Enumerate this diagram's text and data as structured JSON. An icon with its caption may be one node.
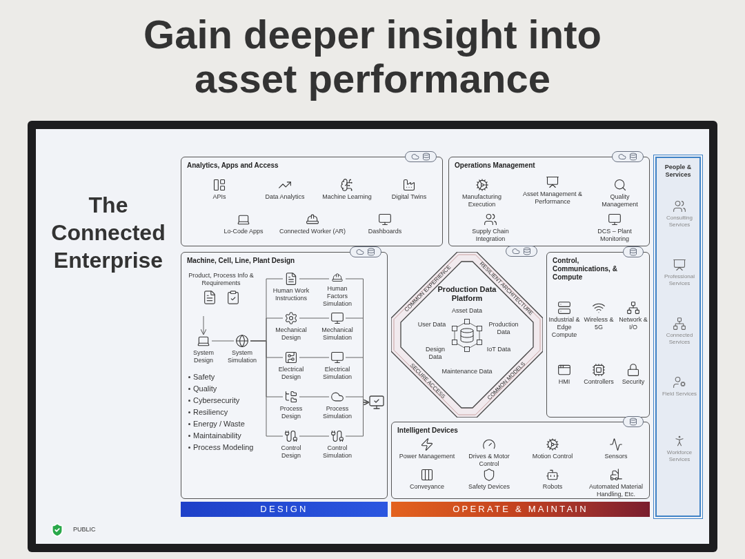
{
  "diagram": {
    "title": "Gain deeper insight into asset performance",
    "nodes": [
      {
        "text": [
          "Analytics, Apps and Access"
        ]
      },
      {
        "text": [
          "APIs"
        ],
        "in": 0
      },
      {
        "text": [
          "Data Analytics"
        ],
        "in": 0
      },
      {
        "text": [
          "Machine Learning"
        ],
        "in": 0
      },
      {
        "text": [
          "Digital Twins"
        ],
        "in": 0
      },
      {
        "text": [
          "Lo-Code Apps"
        ],
        "in": 0
      },
      {
        "text": [
          "Connected Worker (AR)"
        ],
        "in": 0
      },
      {
        "text": [
          "Dashboards"
        ],
        "in": 0
      },
      {
        "text": [
          "Operations Management"
        ]
      },
      {
        "text": [
          "Manufacturing Execution"
        ],
        "in": 8
      },
      {
        "text": [
          "Asset Management & Performance"
        ],
        "in": 8
      },
      {
        "text": [
          "Quality Management"
        ],
        "in": 8
      },
      {
        "text": [
          "Supply Chain Integration"
        ],
        "in": 8
      },
      {
        "text": [
          "DCS – Plant Monitoring"
        ],
        "in": 8
      },
      {
        "text": [
          "People & Services"
        ]
      },
      {
        "text": [
          "Consulting Services"
        ],
        "in": 14
      },
      {
        "text": [
          "Professional Services"
        ],
        "in": 14
      },
      {
        "text": [
          "Connected Services"
        ],
        "in": 14
      },
      {
        "text": [
          "Field Services"
        ],
        "in": 14
      },
      {
        "text": [
          "Workforce Services"
        ],
        "in": 14
      },
      {
        "text": [
          "Machine, Cell, Line, Plant Design"
        ]
      },
      {
        "text": [
          "Product, Process Info & Requirements"
        ],
        "in": 20
      },
      {
        "text": [
          "System Design"
        ],
        "in": 20
      },
      {
        "text": [
          "System Simulation"
        ],
        "in": 20
      },
      {
        "text": [
          "Human Work Instructions"
        ],
        "in": 20
      },
      {
        "text": [
          "Human Factors Simulation"
        ],
        "in": 20
      },
      {
        "text": [
          "Mechanical Design"
        ],
        "in": 20
      },
      {
        "text": [
          "Mechanical Simulation"
        ],
        "in": 20
      },
      {
        "text": [
          "Electrical Design"
        ],
        "in": 20
      },
      {
        "text": [
          "Electrical Simulation"
        ],
        "in": 20
      },
      {
        "text": [
          "Process Design"
        ],
        "in": 20
      },
      {
        "text": [
          "Process Simulation"
        ],
        "in": 20
      },
      {
        "text": [
          "Control Design"
        ],
        "in": 20
      },
      {
        "text": [
          "Control Simulation"
        ],
        "in": 20
      },
      {
        "text": [],
        "shape": "picture",
        "in": 20
      },
      {
        "text": [
          "Production Data Platform",
          "COMMON EXPERIENCE",
          "RESILIENT ARCHITECTURE",
          "SECURE ACCESS",
          "COMMON MODELS"
        ]
      },
      {
        "text": [
          "Asset Data"
        ],
        "in": 35
      },
      {
        "text": [
          "User Data"
        ],
        "in": 35
      },
      {
        "text": [
          "Production Data"
        ],
        "in": 35
      },
      {
        "text": [
          "Design Data"
        ],
        "in": 35
      },
      {
        "text": [
          "IoT Data"
        ],
        "in": 35
      },
      {
        "text": [
          "Maintenance Data"
        ],
        "in": 35
      },
      {
        "text": [
          "Control, Communications, & Compute"
        ]
      },
      {
        "text": [
          "Industrial & Edge Compute"
        ],
        "in": 42
      },
      {
        "text": [
          "Wireless & 5G"
        ],
        "in": 42
      },
      {
        "text": [
          "Network & I/O"
        ],
        "in": 42
      },
      {
        "text": [
          "HMI"
        ],
        "in": 42
      },
      {
        "text": [
          "Controllers"
        ],
        "in": 42
      },
      {
        "text": [
          "Security"
        ],
        "in": 42
      },
      {
        "text": [
          "Intelligent Devices"
        ]
      },
      {
        "text": [
          "Power Management"
        ],
        "in": 49
      },
      {
        "text": [
          "Drives & Motor Control"
        ],
        "in": 49
      },
      {
        "text": [
          "Motion Control"
        ],
        "in": 49
      },
      {
        "text": [
          "Sensors"
        ],
        "in": 49
      },
      {
        "text": [
          "Conveyance"
        ],
        "in": 49
      },
      {
        "text": [
          "Safety Devices"
        ],
        "in": 49
      },
      {
        "text": [
          "Robots"
        ],
        "in": 49
      },
      {
        "text": [
          "Automated Material Handling, Etc."
        ],
        "in": 49
      },
      {
        "text": [
          "DESIGN"
        ]
      },
      {
        "text": [
          "OPERATE & MAINTAIN"
        ]
      }
    ],
    "edges": [
      {
        "from": 21,
        "to": 22,
        "arrow": "to"
      },
      {
        "from": 22,
        "to": 23,
        "arrow": "none"
      },
      {
        "from": 23,
        "to": 24,
        "arrow": "none"
      },
      {
        "from": 23,
        "to": 26,
        "arrow": "none"
      },
      {
        "from": 23,
        "to": 28,
        "arrow": "none"
      },
      {
        "from": 23,
        "to": 30,
        "arrow": "none"
      },
      {
        "from": 23,
        "to": 32,
        "arrow": "none"
      },
      {
        "from": 24,
        "to": 25,
        "arrow": "none"
      },
      {
        "from": 26,
        "to": 27,
        "arrow": "none"
      },
      {
        "from": 28,
        "to": 29,
        "arrow": "none"
      },
      {
        "from": 30,
        "to": 31,
        "arrow": "none"
      },
      {
        "from": 32,
        "to": 33,
        "arrow": "none"
      },
      {
        "from": 25,
        "to": 34,
        "arrow": "to"
      },
      {
        "from": 27,
        "to": 34,
        "arrow": "to"
      },
      {
        "from": 29,
        "to": 34,
        "arrow": "to"
      },
      {
        "from": 31,
        "to": 34,
        "arrow": "to"
      },
      {
        "from": 33,
        "to": 34,
        "arrow": "to"
      }
    ],
    "labels": [
      "The Connected Enterprise",
      "Safety",
      "Quality",
      "Cybersecurity",
      "Resiliency",
      "Energy / Waste",
      "Maintainability",
      "Process Modeling",
      "PUBLIC"
    ]
  }
}
